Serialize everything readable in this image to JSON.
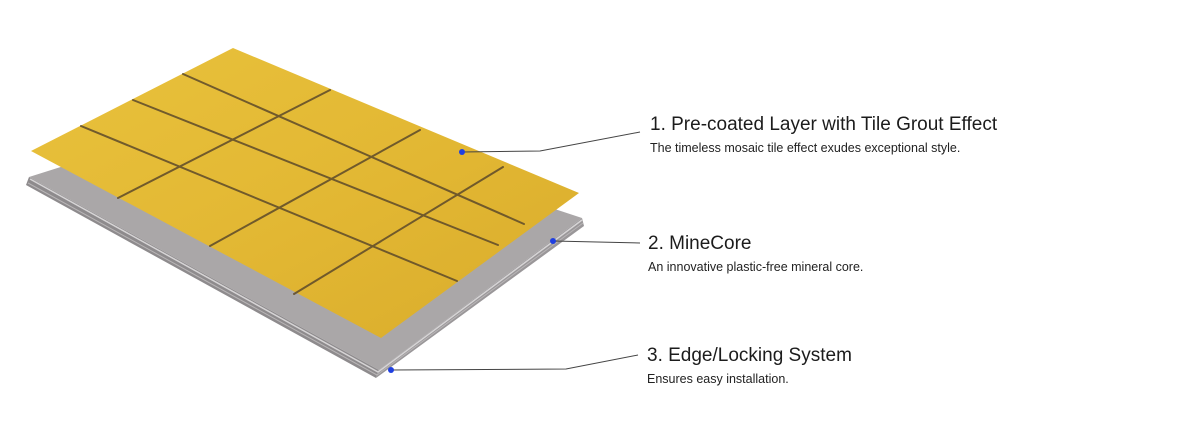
{
  "callouts": [
    {
      "number": 1,
      "title": "1. Pre-coated Layer with Tile Grout Effect",
      "description": "The timeless mosaic tile effect exudes exceptional style."
    },
    {
      "number": 2,
      "title": "2. MineCore",
      "description": "An innovative plastic-free mineral core."
    },
    {
      "number": 3,
      "title": "3. Edge/Locking System",
      "description": "Ensures easy installation."
    }
  ],
  "colors": {
    "tile_layer": "#e2b733",
    "tile_light": "#edc746",
    "grout_line": "#5d4a2a",
    "core_top": "#a9a6a7",
    "core_edge": "#8e8b8d",
    "core_highlight": "#d2d0d1",
    "leader_line": "#444444",
    "marker_dot": "#1f3fe0"
  }
}
